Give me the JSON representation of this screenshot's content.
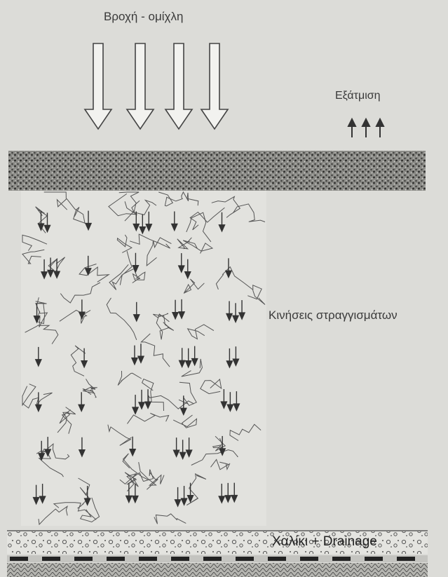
{
  "diagram": {
    "rain_label": "Βροχή - ομίχλη",
    "evaporation_label": "Εξάτμιση",
    "drainage_label": "Κινήσεις στραγγισμάτων",
    "gravel_label": "Χαλίκι + Drainage"
  },
  "colors": {
    "background": "#dcdcd8",
    "ink": "#3a3a3a",
    "cover_layer": "#6e6e6a"
  }
}
